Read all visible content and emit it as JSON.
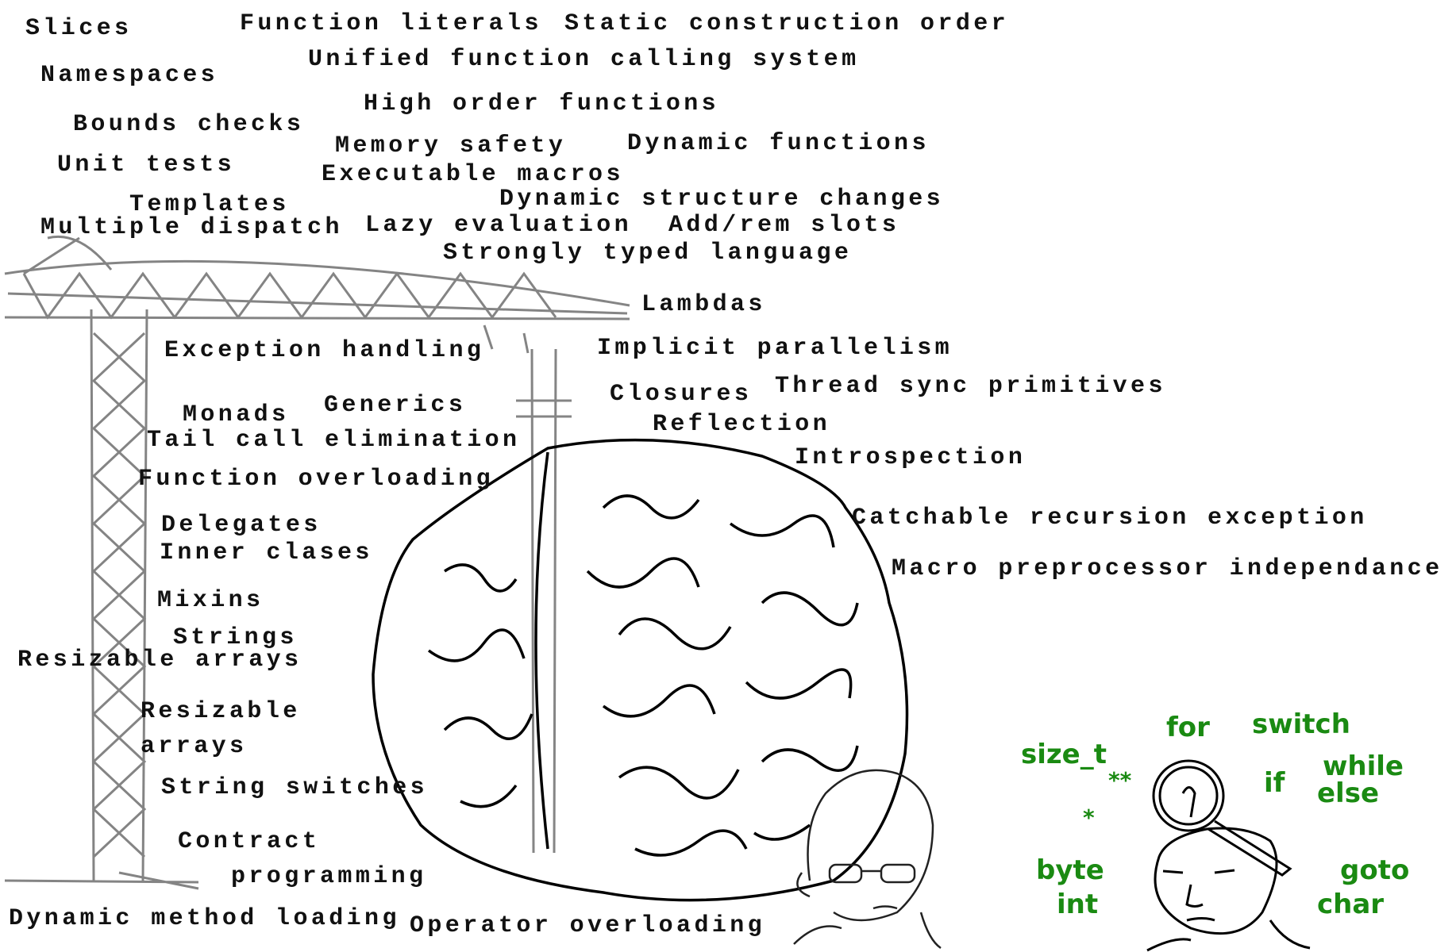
{
  "big_brain_features": {
    "slices": "Slices",
    "function_literals": "Function literals",
    "static_construction_order": "Static construction order",
    "ufcs": "Unified function calling system",
    "namespaces": "Namespaces",
    "high_order_functions": "High order functions",
    "bounds_checks": "Bounds checks",
    "memory_safety": "Memory safety",
    "dynamic_functions": "Dynamic functions",
    "unit_tests": "Unit tests",
    "executable_macros": "Executable macros",
    "dynamic_structure_changes": "Dynamic structure changes",
    "templates": "Templates",
    "multiple_dispatch": "Multiple dispatch",
    "lazy_evaluation": "Lazy evaluation",
    "add_rem_slots": "Add/rem slots",
    "strongly_typed": "Strongly typed language",
    "lambdas": "Lambdas",
    "exception_handling": "Exception handling",
    "implicit_parallelism": "Implicit parallelism",
    "thread_sync": "Thread sync primitives",
    "closures": "Closures",
    "generics": "Generics",
    "monads": "Monads",
    "reflection": "Reflection",
    "tail_call": "Tail call elimination",
    "introspection": "Introspection",
    "function_overloading": "Function overloading",
    "catchable_recursion": "Catchable recursion exception",
    "delegates": "Delegates",
    "inner_classes": "Inner clases",
    "macro_preprocessor": "Macro preprocessor independance",
    "mixins": "Mixins",
    "strings": "Strings",
    "resizable_arrays_1": "Resizable arrays",
    "resizable_2a": "Resizable",
    "resizable_2b": "arrays",
    "string_switches": "String switches",
    "contract_a": "Contract",
    "contract_b": "programming",
    "dynamic_method_loading": "Dynamic method loading",
    "operator_overloading": "Operator overloading"
  },
  "small_brain_features": {
    "for": "for",
    "switch": "switch",
    "size_t": "size_t",
    "double_star": "**",
    "if": "if",
    "while": "while",
    "else": "else",
    "star": "*",
    "byte": "byte",
    "goto": "goto",
    "int": "int",
    "char": "char"
  },
  "colors": {
    "green_text": "#1a8a12",
    "black_text": "#111111"
  }
}
